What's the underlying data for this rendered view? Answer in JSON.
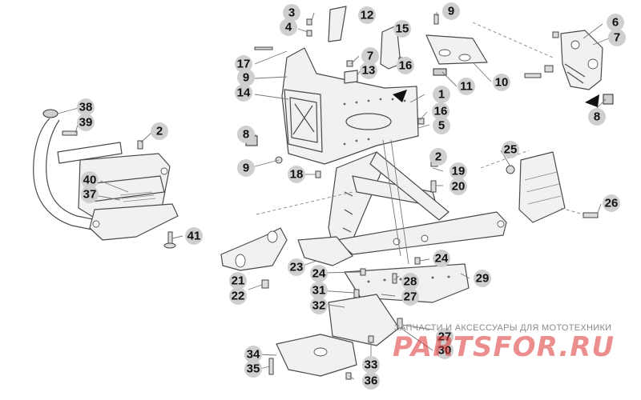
{
  "diagram": {
    "callouts": [
      {
        "id": "c1",
        "label": "1"
      },
      {
        "id": "c2a",
        "label": "2"
      },
      {
        "id": "c2b",
        "label": "2"
      },
      {
        "id": "c3",
        "label": "3"
      },
      {
        "id": "c4",
        "label": "4"
      },
      {
        "id": "c5",
        "label": "5"
      },
      {
        "id": "c6",
        "label": "6"
      },
      {
        "id": "c7a",
        "label": "7"
      },
      {
        "id": "c7b",
        "label": "7"
      },
      {
        "id": "c8a",
        "label": "8"
      },
      {
        "id": "c8b",
        "label": "8"
      },
      {
        "id": "c9a",
        "label": "9"
      },
      {
        "id": "c9b",
        "label": "9"
      },
      {
        "id": "c9c",
        "label": "9"
      },
      {
        "id": "c10",
        "label": "10"
      },
      {
        "id": "c11",
        "label": "11"
      },
      {
        "id": "c12",
        "label": "12"
      },
      {
        "id": "c13",
        "label": "13"
      },
      {
        "id": "c14",
        "label": "14"
      },
      {
        "id": "c15",
        "label": "15"
      },
      {
        "id": "c16a",
        "label": "16"
      },
      {
        "id": "c16b",
        "label": "16"
      },
      {
        "id": "c17",
        "label": "17"
      },
      {
        "id": "c18",
        "label": "18"
      },
      {
        "id": "c19",
        "label": "19"
      },
      {
        "id": "c20",
        "label": "20"
      },
      {
        "id": "c21",
        "label": "21"
      },
      {
        "id": "c22",
        "label": "22"
      },
      {
        "id": "c23",
        "label": "23"
      },
      {
        "id": "c24a",
        "label": "24"
      },
      {
        "id": "c24b",
        "label": "24"
      },
      {
        "id": "c25",
        "label": "25"
      },
      {
        "id": "c26",
        "label": "26"
      },
      {
        "id": "c27a",
        "label": "27"
      },
      {
        "id": "c27b",
        "label": "27"
      },
      {
        "id": "c28",
        "label": "28"
      },
      {
        "id": "c29",
        "label": "29"
      },
      {
        "id": "c30",
        "label": "30"
      },
      {
        "id": "c31",
        "label": "31"
      },
      {
        "id": "c32",
        "label": "32"
      },
      {
        "id": "c33",
        "label": "33"
      },
      {
        "id": "c34",
        "label": "34"
      },
      {
        "id": "c35",
        "label": "35"
      },
      {
        "id": "c36",
        "label": "36"
      },
      {
        "id": "c37",
        "label": "37"
      },
      {
        "id": "c38",
        "label": "38"
      },
      {
        "id": "c39",
        "label": "39"
      },
      {
        "id": "c40",
        "label": "40"
      },
      {
        "id": "c41",
        "label": "41"
      }
    ]
  },
  "watermark": {
    "caption": "ЗАПЧАСТИ И АКСЕССУАРЫ ДЛЯ МОТОТЕХНИКИ",
    "logo": "PARTSFOR.RU"
  },
  "colors": {
    "callout_fill": "#cfcfcf",
    "line": "#4a4a4a",
    "watermark_logo": "#dc3232"
  }
}
